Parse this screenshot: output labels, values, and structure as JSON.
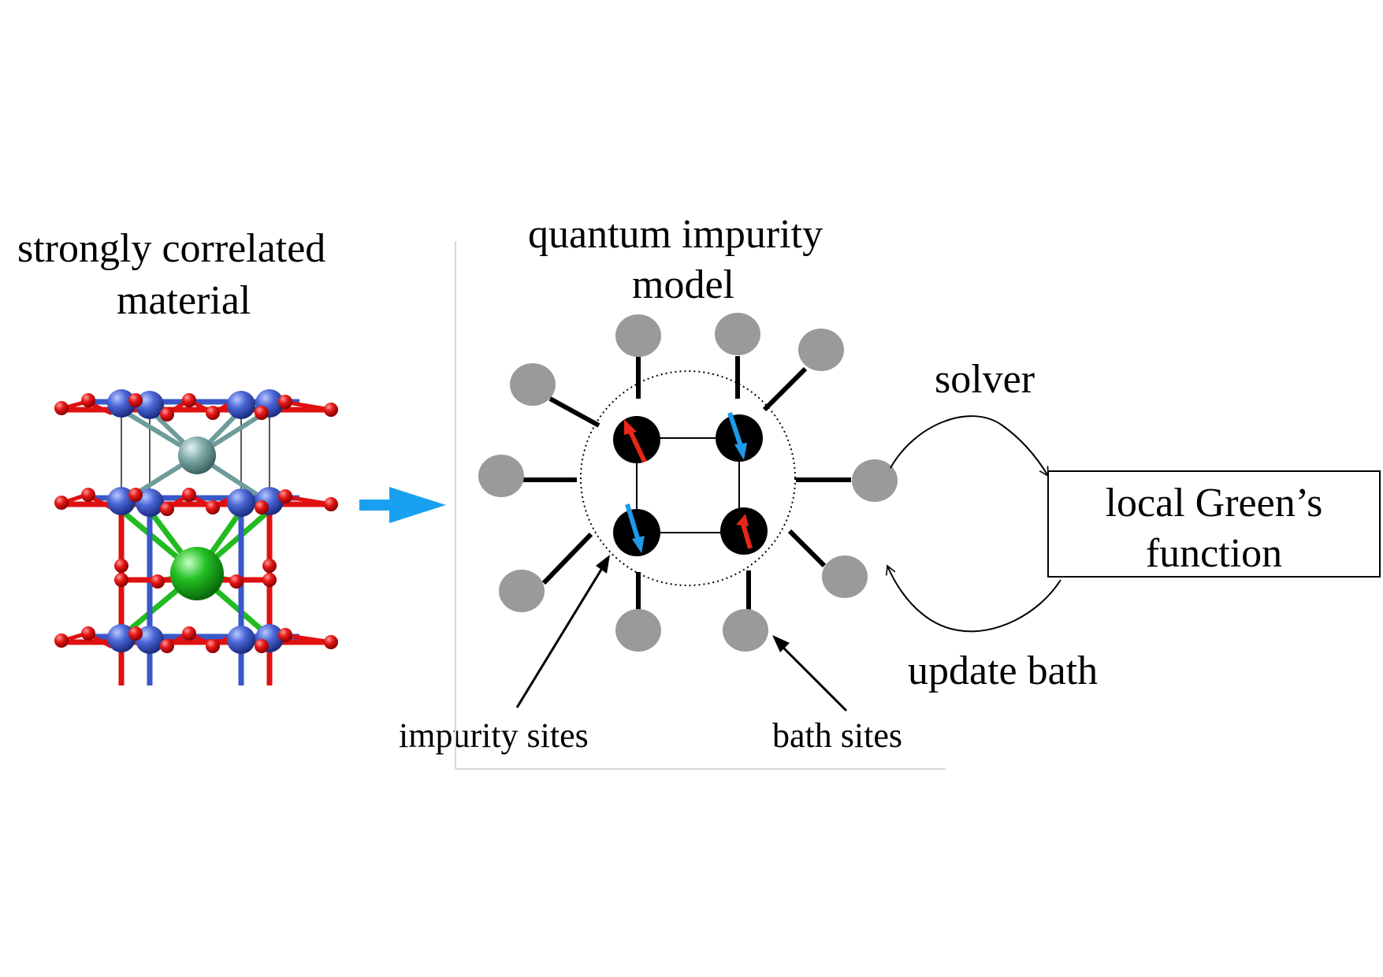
{
  "left_title": {
    "line1": "strongly  correlated",
    "line2": "material"
  },
  "model_title": {
    "line1": "quantum impurity",
    "line2": "model"
  },
  "solver_label": "solver",
  "update_bath_label": "update bath",
  "greens_box": {
    "line1": "local Green’s",
    "line2": "function"
  },
  "impurity_sites_label": "impurity sites",
  "bath_sites_label": "bath sites",
  "colors": {
    "process_arrow": "#1aa0f0",
    "spin_up": "#e8261a",
    "spin_down": "#1e9ae8",
    "bath_site": "#9a9a9a",
    "impurity_site": "#000000",
    "oxygen": "#e01010",
    "metal_b": "#3a58c8",
    "metal_a_top": "#6e9c9a",
    "metal_a_center": "#2ab82a"
  }
}
